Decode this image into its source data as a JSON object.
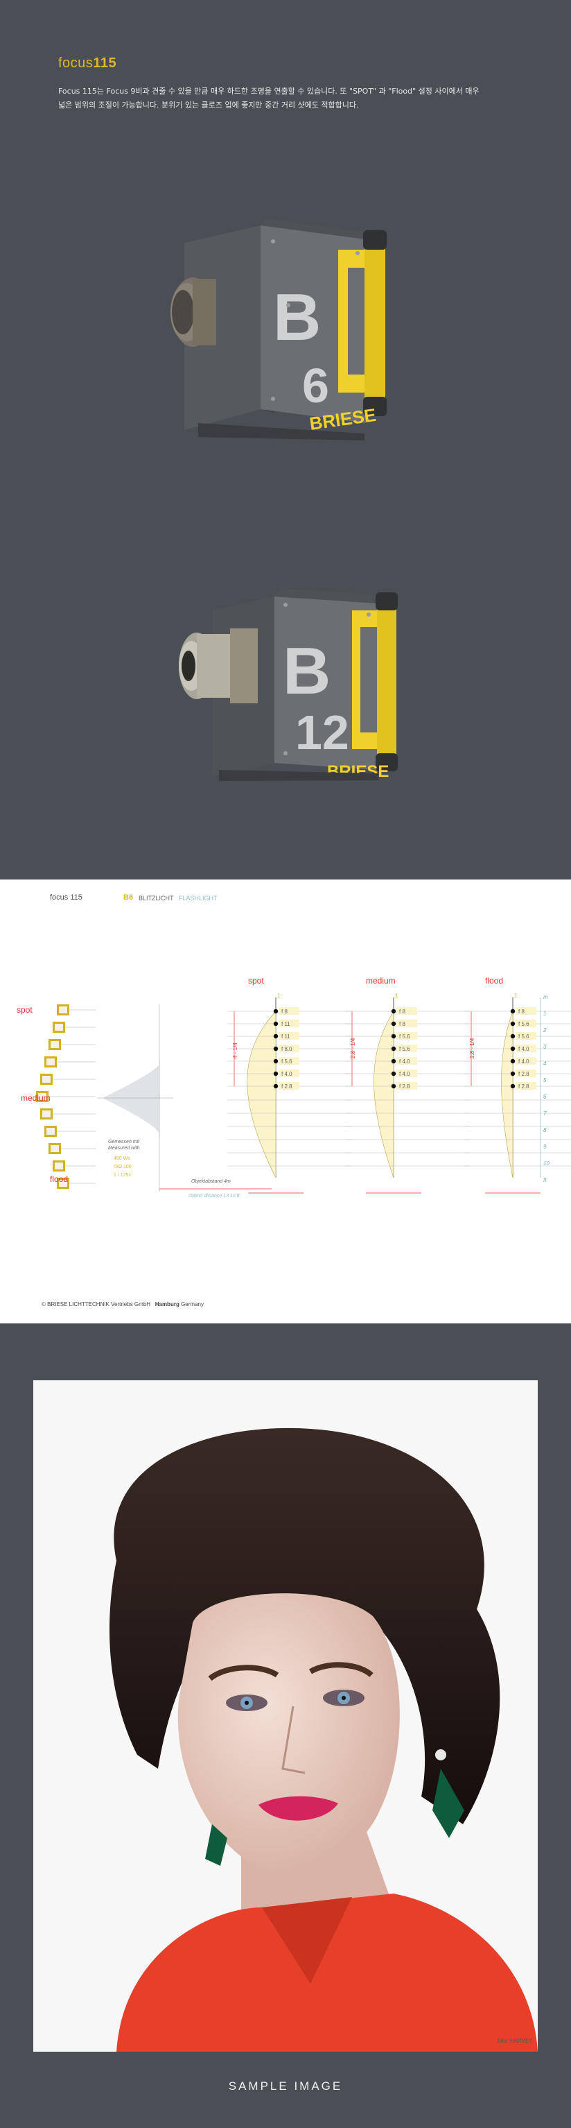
{
  "header": {
    "logo_prefix": "focus",
    "logo_number": "115",
    "description_line1": "Focus 115는 Focus 9비과 견줄 수 있을 만큼 매우 하드한 조명을 연출할 수 있습니다. 또 \"SPOT\" 과 \"Flood\" 설정 사이에서 매우",
    "description_line2": "넓은 범위의 조절이 가능합니다. 분위기 있는 클로즈 업에 좋지만 중간 거리 샷에도 적합합니다."
  },
  "devices": [
    {
      "badge_letter": "B",
      "badge_number": "6",
      "brand": "BRIESE"
    },
    {
      "badge_letter": "B",
      "badge_number": "12",
      "brand": "BRIESE"
    }
  ],
  "chart": {
    "header_left": "focus 115",
    "header_b6": "B6",
    "header_blitz": "BLITZLICHT",
    "header_flash": "FLASHLIGHT",
    "left_labels": {
      "spot": "spot",
      "medium": "medium",
      "flood": "flood"
    },
    "measure_text": [
      "Gemessen mit",
      "Measured with",
      "450 Ws",
      "ISO 100",
      "1 / 125s"
    ],
    "distance_text": [
      "Objektabstand 4m",
      "Object distance 13.12 ft"
    ],
    "columns": [
      {
        "label": "spot",
        "range": "4 - 1/4",
        "values": [
          "f 8",
          "f 11",
          "f 11",
          "f 8.0",
          "f 5.6",
          "f 4.0",
          "f 2.8"
        ]
      },
      {
        "label": "medium",
        "range": "2.8 - 1/4",
        "values": [
          "f 8",
          "f 8",
          "f 5.6",
          "f 5.6",
          "f 4.0",
          "f 4.0",
          "f 2.8"
        ]
      },
      {
        "label": "flood",
        "range": "2.8 - 1/4",
        "values": [
          "f 8",
          "f 5.6",
          "f 5.6",
          "f 4.0",
          "f 4.0",
          "f 2.8",
          "f 2.8"
        ]
      }
    ],
    "right_scale": [
      "m",
      "1",
      "2",
      "3",
      "4",
      "5",
      "6",
      "7",
      "8",
      "9",
      "10",
      "ft"
    ],
    "footer_copy": "© BRIESE LICHTTECHNIK Vertriebs GmbH",
    "footer_city": "Hamburg",
    "footer_country": "Germany"
  },
  "sample": {
    "credit": "foto: HARVEY",
    "caption": "SAMPLE IMAGE"
  },
  "colors": {
    "background": "#4a4e55",
    "accent_yellow": "#e2b829",
    "device_body": "#6b6e72",
    "chart_red": "#e3322b",
    "chart_teal": "#6fb2b7",
    "dress_red": "#e6402a"
  }
}
